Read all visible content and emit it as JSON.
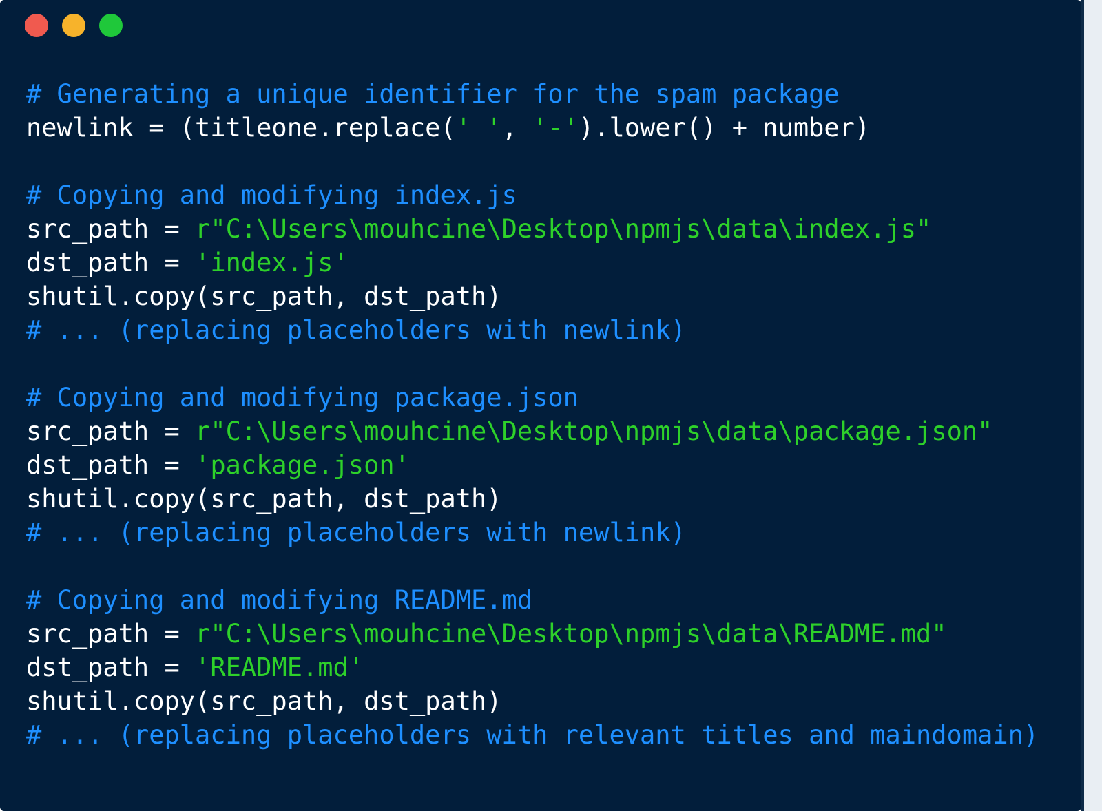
{
  "window": {
    "controls": [
      "close",
      "minimize",
      "maximize"
    ],
    "colors": {
      "background": "#021e3b",
      "comment": "#1e8fff",
      "text": "#ffffff",
      "string": "#2ed12a",
      "close": "#f05a4f",
      "minimize": "#f7b32b",
      "maximize": "#1fc83a"
    }
  },
  "code": {
    "lines": [
      {
        "tokens": [
          {
            "t": "comment",
            "v": "# Generating a unique identifier for the spam package"
          }
        ]
      },
      {
        "tokens": [
          {
            "t": "text",
            "v": "newlink = (titleone.replace("
          },
          {
            "t": "string",
            "v": "' '"
          },
          {
            "t": "text",
            "v": ", "
          },
          {
            "t": "string",
            "v": "'-'"
          },
          {
            "t": "text",
            "v": ").lower() + number)"
          }
        ]
      },
      {
        "tokens": []
      },
      {
        "tokens": [
          {
            "t": "comment",
            "v": "# Copying and modifying index.js"
          }
        ]
      },
      {
        "tokens": [
          {
            "t": "text",
            "v": "src_path = "
          },
          {
            "t": "string",
            "v": "r\"C:\\Users\\mouhcine\\Desktop\\npmjs\\data\\index.js\""
          }
        ]
      },
      {
        "tokens": [
          {
            "t": "text",
            "v": "dst_path = "
          },
          {
            "t": "string",
            "v": "'index.js'"
          }
        ]
      },
      {
        "tokens": [
          {
            "t": "text",
            "v": "shutil.copy(src_path, dst_path)"
          }
        ]
      },
      {
        "tokens": [
          {
            "t": "comment",
            "v": "# ... (replacing placeholders with newlink)"
          }
        ]
      },
      {
        "tokens": []
      },
      {
        "tokens": [
          {
            "t": "comment",
            "v": "# Copying and modifying package.json"
          }
        ]
      },
      {
        "tokens": [
          {
            "t": "text",
            "v": "src_path = "
          },
          {
            "t": "string",
            "v": "r\"C:\\Users\\mouhcine\\Desktop\\npmjs\\data\\package.json\""
          }
        ]
      },
      {
        "tokens": [
          {
            "t": "text",
            "v": "dst_path = "
          },
          {
            "t": "string",
            "v": "'package.json'"
          }
        ]
      },
      {
        "tokens": [
          {
            "t": "text",
            "v": "shutil.copy(src_path, dst_path)"
          }
        ]
      },
      {
        "tokens": [
          {
            "t": "comment",
            "v": "# ... (replacing placeholders with newlink)"
          }
        ]
      },
      {
        "tokens": []
      },
      {
        "tokens": [
          {
            "t": "comment",
            "v": "# Copying and modifying README.md"
          }
        ]
      },
      {
        "tokens": [
          {
            "t": "text",
            "v": "src_path = "
          },
          {
            "t": "string",
            "v": "r\"C:\\Users\\mouhcine\\Desktop\\npmjs\\data\\README.md\""
          }
        ]
      },
      {
        "tokens": [
          {
            "t": "text",
            "v": "dst_path = "
          },
          {
            "t": "string",
            "v": "'README.md'"
          }
        ]
      },
      {
        "tokens": [
          {
            "t": "text",
            "v": "shutil.copy(src_path, dst_path)"
          }
        ]
      },
      {
        "tokens": [
          {
            "t": "comment",
            "v": "# ... (replacing placeholders with relevant titles and maindomain)"
          }
        ]
      }
    ]
  }
}
